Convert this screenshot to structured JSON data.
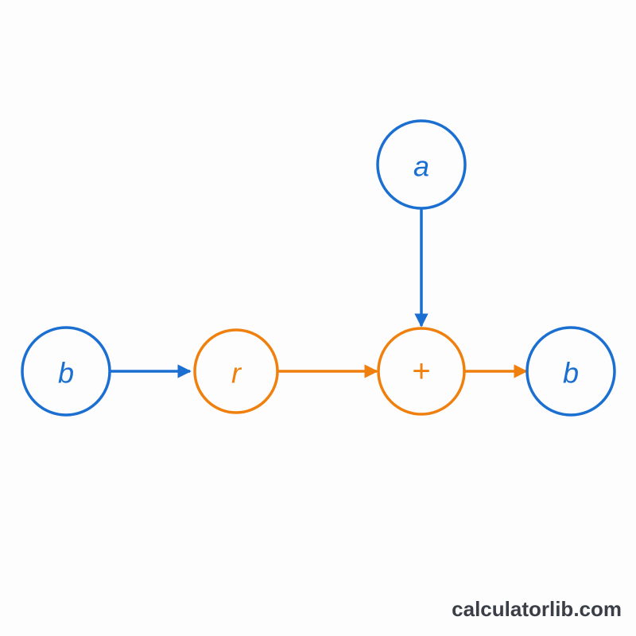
{
  "colors": {
    "blue": "#1a6fd1",
    "orange": "#f0800e",
    "watermark": "#3a3f47"
  },
  "nodes": {
    "a": {
      "label": "a",
      "color": "blue"
    },
    "b_in": {
      "label": "b",
      "color": "blue"
    },
    "r": {
      "label": "r",
      "color": "orange"
    },
    "plus": {
      "label": "+",
      "color": "orange"
    },
    "b_out": {
      "label": "b",
      "color": "blue"
    }
  },
  "edges": [
    {
      "from": "b_in",
      "to": "r",
      "color": "blue"
    },
    {
      "from": "r",
      "to": "plus",
      "color": "orange"
    },
    {
      "from": "a",
      "to": "plus",
      "color": "blue"
    },
    {
      "from": "plus",
      "to": "b_out",
      "color": "orange"
    }
  ],
  "watermark": "calculatorlib.com"
}
